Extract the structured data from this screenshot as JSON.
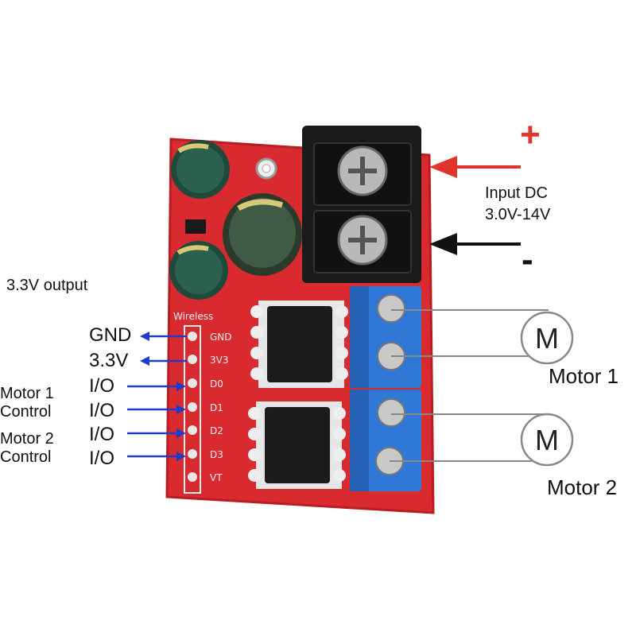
{
  "power": {
    "plus": "+",
    "minus": "-",
    "input_title": "Input DC",
    "input_range": "3.0V-14V"
  },
  "output_note": "3.3V output",
  "pins": {
    "gnd": "GND",
    "v33": "3.3V",
    "io": "I/O",
    "motor1_control": [
      "Motor 1",
      "Control"
    ],
    "motor2_control": [
      "Motor 2",
      "Control"
    ]
  },
  "silkscreen": {
    "header": "Wireless",
    "labels": [
      "GND",
      "3V3",
      "D0",
      "D1",
      "D2",
      "D3",
      "VT"
    ]
  },
  "motors": {
    "symbol": "M",
    "motor1": "Motor 1",
    "motor2": "Motor 2"
  },
  "colors": {
    "pcb": "#d82a2f",
    "terminal_blue": "#2f78d6",
    "terminal_black": "#1a1a1a",
    "arrow_red": "#e3342b",
    "arrow_blue": "#1e3cc8"
  }
}
